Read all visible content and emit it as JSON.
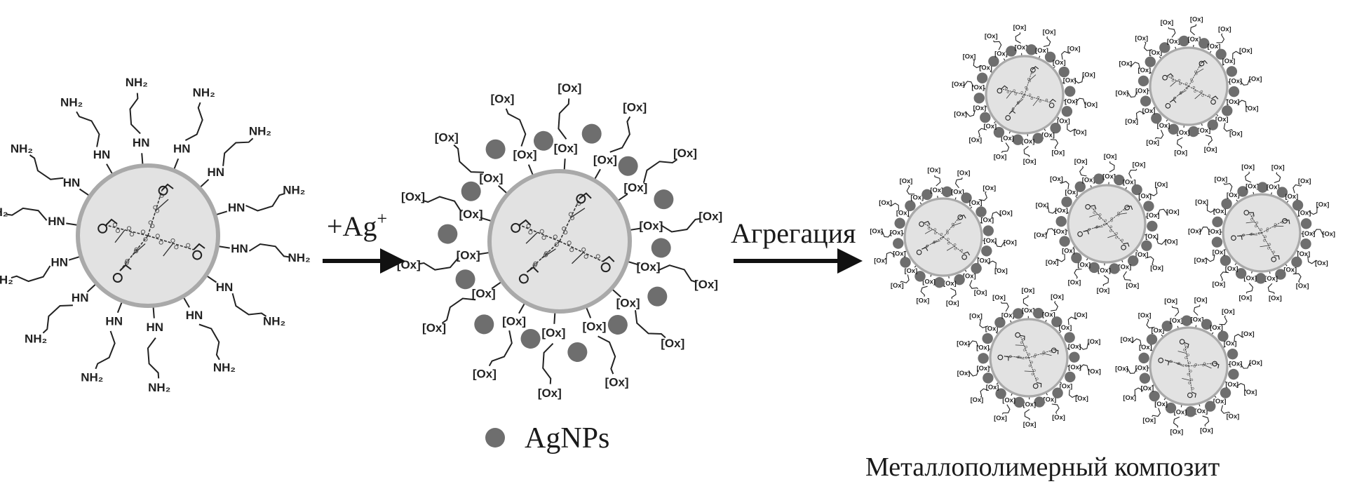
{
  "labels": {
    "reagent": "+Ag",
    "reagent_charge": "+",
    "step2": "Агрегация",
    "legend": "AgNPs",
    "caption": "Металлополимерный композит"
  },
  "chem_labels": {
    "amine_inner": "HN",
    "amine_terminal": "NH₂",
    "oxidized": "[Ox]"
  },
  "colors": {
    "particle_fill": "#e2e2e2",
    "particle_stroke": "#a9a9a9",
    "agnp": "#6e6e6e",
    "ink": "#222222"
  }
}
